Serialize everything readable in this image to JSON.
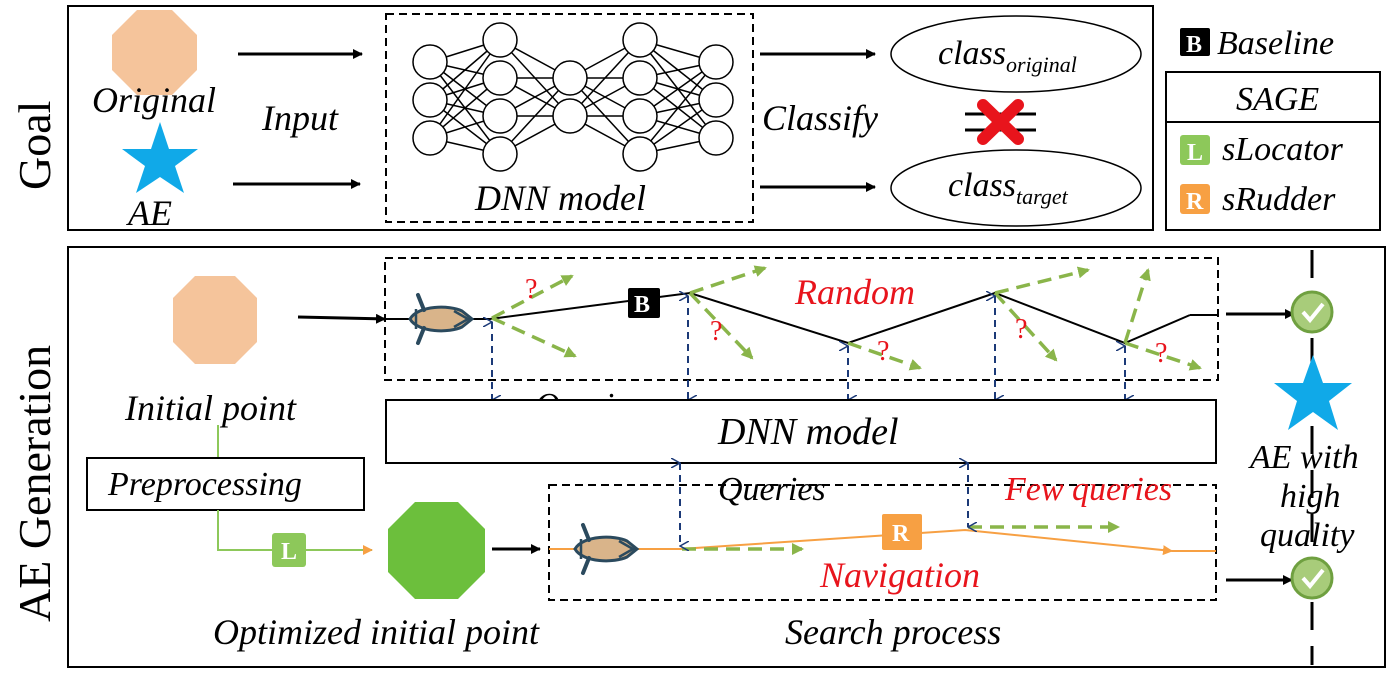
{
  "goal": {
    "section_label": "Goal",
    "original_label": "Original",
    "ae_label": "AE",
    "input_label": "Input",
    "model_label": "DNN model",
    "classify_label": "Classify",
    "class_word": "class",
    "original_sub": "original",
    "target_sub": "target"
  },
  "legend": {
    "baseline_badge": "B",
    "baseline_label": "Baseline",
    "sage_title": "SAGE",
    "slocator_badge": "L",
    "slocator_label": "sLocator",
    "srudder_badge": "R",
    "srudder_label": "sRudder"
  },
  "generation": {
    "section_label": "AE Generation",
    "random_label": "Random",
    "queries_top": "Queries",
    "dnn_label": "DNN model",
    "queries_bottom": "Queries",
    "few_queries": "Few queries",
    "navigation_label": "Navigation",
    "initial_point": "Initial point",
    "preprocessing": "Preprocessing",
    "optimized_point": "Optimized initial point",
    "search_process": "Search process",
    "ae_quality_line1": "AE with",
    "ae_quality_line2": "high",
    "ae_quality_line3": "quality",
    "question_mark": "?"
  },
  "colors": {
    "octagon_orange": "#f5c49b",
    "octagon_green": "#6cbf3c",
    "star_blue": "#10a9e8",
    "dash_green": "#8ab54a",
    "badge_l_green": "#8dc85a",
    "badge_r_orange": "#f7a043",
    "path_orange": "#f7a043",
    "query_blue": "#1c3a78",
    "red_text": "#e8141c"
  }
}
